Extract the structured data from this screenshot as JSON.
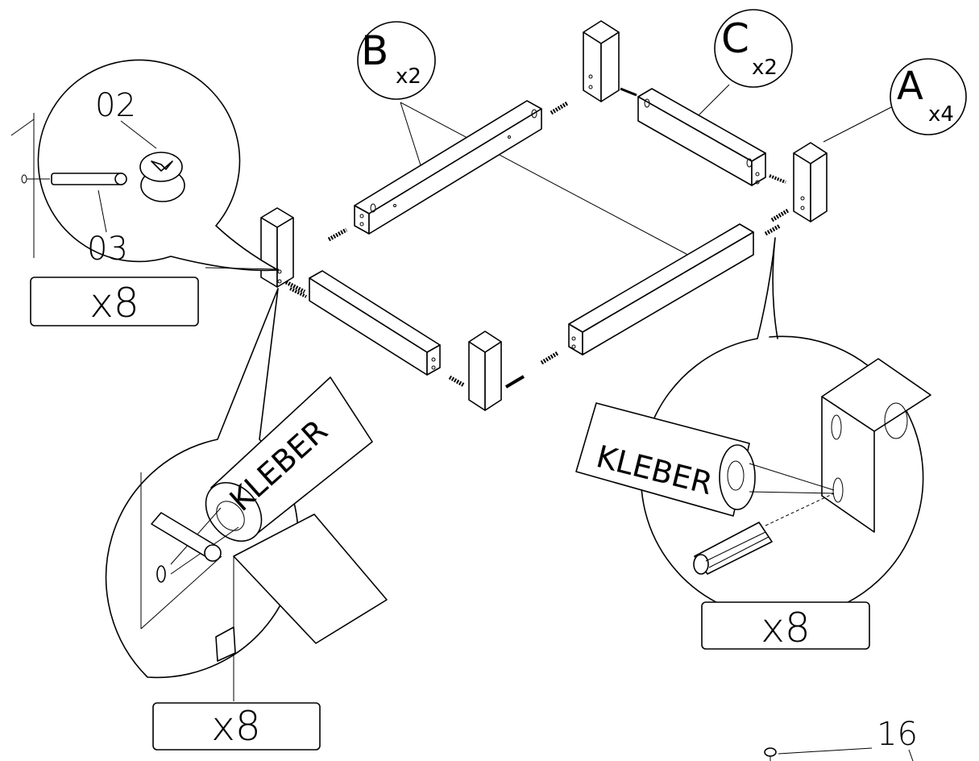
{
  "part_labels": {
    "B": {
      "letter": "B",
      "count": "x2"
    },
    "C": {
      "letter": "C",
      "count": "x2"
    },
    "A": {
      "letter": "A",
      "count": "x4"
    }
  },
  "hardware": {
    "cam_lock_number": "02",
    "cam_bolt_number": "03",
    "foot_number": "16"
  },
  "quantities": {
    "cam_detail": "x8",
    "glue_left_detail": "x8",
    "glue_right_detail": "x8"
  },
  "glue_label": "KLEBER"
}
